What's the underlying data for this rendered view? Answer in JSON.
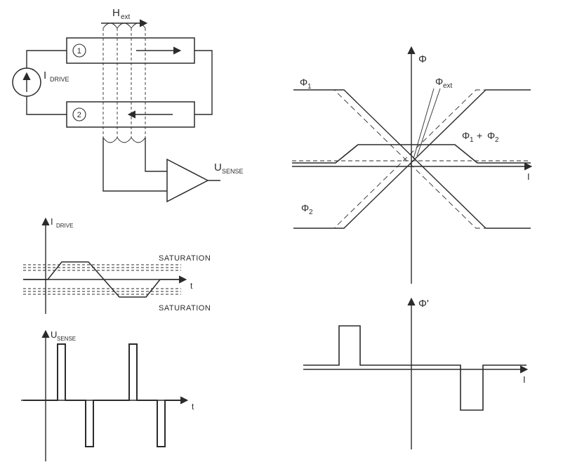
{
  "schematic": {
    "h_ext": {
      "base": "H",
      "sub": "ext"
    },
    "i_drive": {
      "base": "I",
      "sub": "DRIVE"
    },
    "u_sense": {
      "base": "U",
      "sub": "SENSE"
    },
    "core1": "1",
    "core2": "2"
  },
  "flux_graph": {
    "y_label": "Φ",
    "x_label": "I",
    "phi1": {
      "base": "Φ",
      "sub": "1"
    },
    "phi2": {
      "base": "Φ",
      "sub": "2"
    },
    "phi_ext": {
      "base": "Φ",
      "sub": "ext"
    },
    "phi_sum": {
      "base1": "Φ",
      "sub1": "1",
      "plus": "+",
      "base2": "Φ",
      "sub2": "2"
    }
  },
  "drive_graph": {
    "y_label": {
      "base": "I",
      "sub": "DRIVE"
    },
    "x_label": "t",
    "saturation_upper": "SATURATION",
    "saturation_lower": "SATURATION"
  },
  "sense_graph": {
    "y_label": {
      "base": "U",
      "sub": "SENSE"
    },
    "x_label": "t"
  },
  "derivative_graph": {
    "y_label": "Φ'",
    "x_label": "I"
  },
  "colors": {
    "line": "#2b2b2b",
    "background": "#ffffff"
  }
}
